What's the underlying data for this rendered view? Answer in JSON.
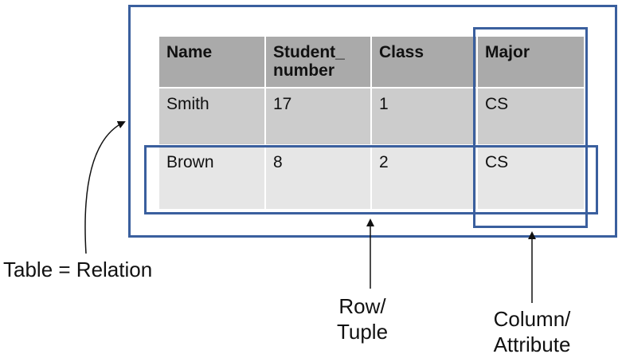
{
  "table": {
    "headers": [
      "Name",
      "Student_\nnumber",
      "Class",
      "Major"
    ],
    "rows": [
      [
        "Smith",
        "17",
        "1",
        "CS"
      ],
      [
        "Brown",
        "8",
        "2",
        "CS"
      ]
    ]
  },
  "labels": {
    "relation": "Table = Relation",
    "row_line1": "Row/",
    "row_line2": "Tuple",
    "column_line1": "Column/",
    "column_line2": "Attribute"
  },
  "colors": {
    "highlight_box": "#3a5f9e",
    "header_bg": "#aaaaaa",
    "row1_bg": "#cccccc",
    "row2_bg": "#e6e6e6"
  }
}
